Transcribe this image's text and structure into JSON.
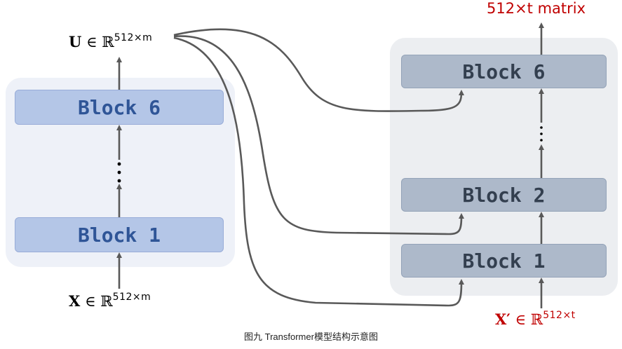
{
  "encoder": {
    "output": {
      "symbol": "U",
      "in": "∈",
      "space": "ℝ",
      "dims": "512×m"
    },
    "input": {
      "symbol": "X",
      "in": "∈",
      "space": "ℝ",
      "dims": "512×m"
    },
    "blocks": {
      "top": "Block 6",
      "bottom": "Block 1"
    },
    "ellipsis": "⋮"
  },
  "decoder": {
    "output_label": "512×t matrix",
    "input": {
      "symbol": "X′",
      "in": "∈",
      "space": "ℝ",
      "dims": "512×t"
    },
    "blocks": {
      "top": "Block 6",
      "middle": "Block 2",
      "bottom": "Block 1"
    },
    "ellipsis": "⋮"
  },
  "colors": {
    "encoder_block": "#b4c6e7",
    "decoder_block": "#adb9ca",
    "accent": "#c00000",
    "wire": "#595959"
  },
  "caption": "图九 Transformer模型结构示意图"
}
